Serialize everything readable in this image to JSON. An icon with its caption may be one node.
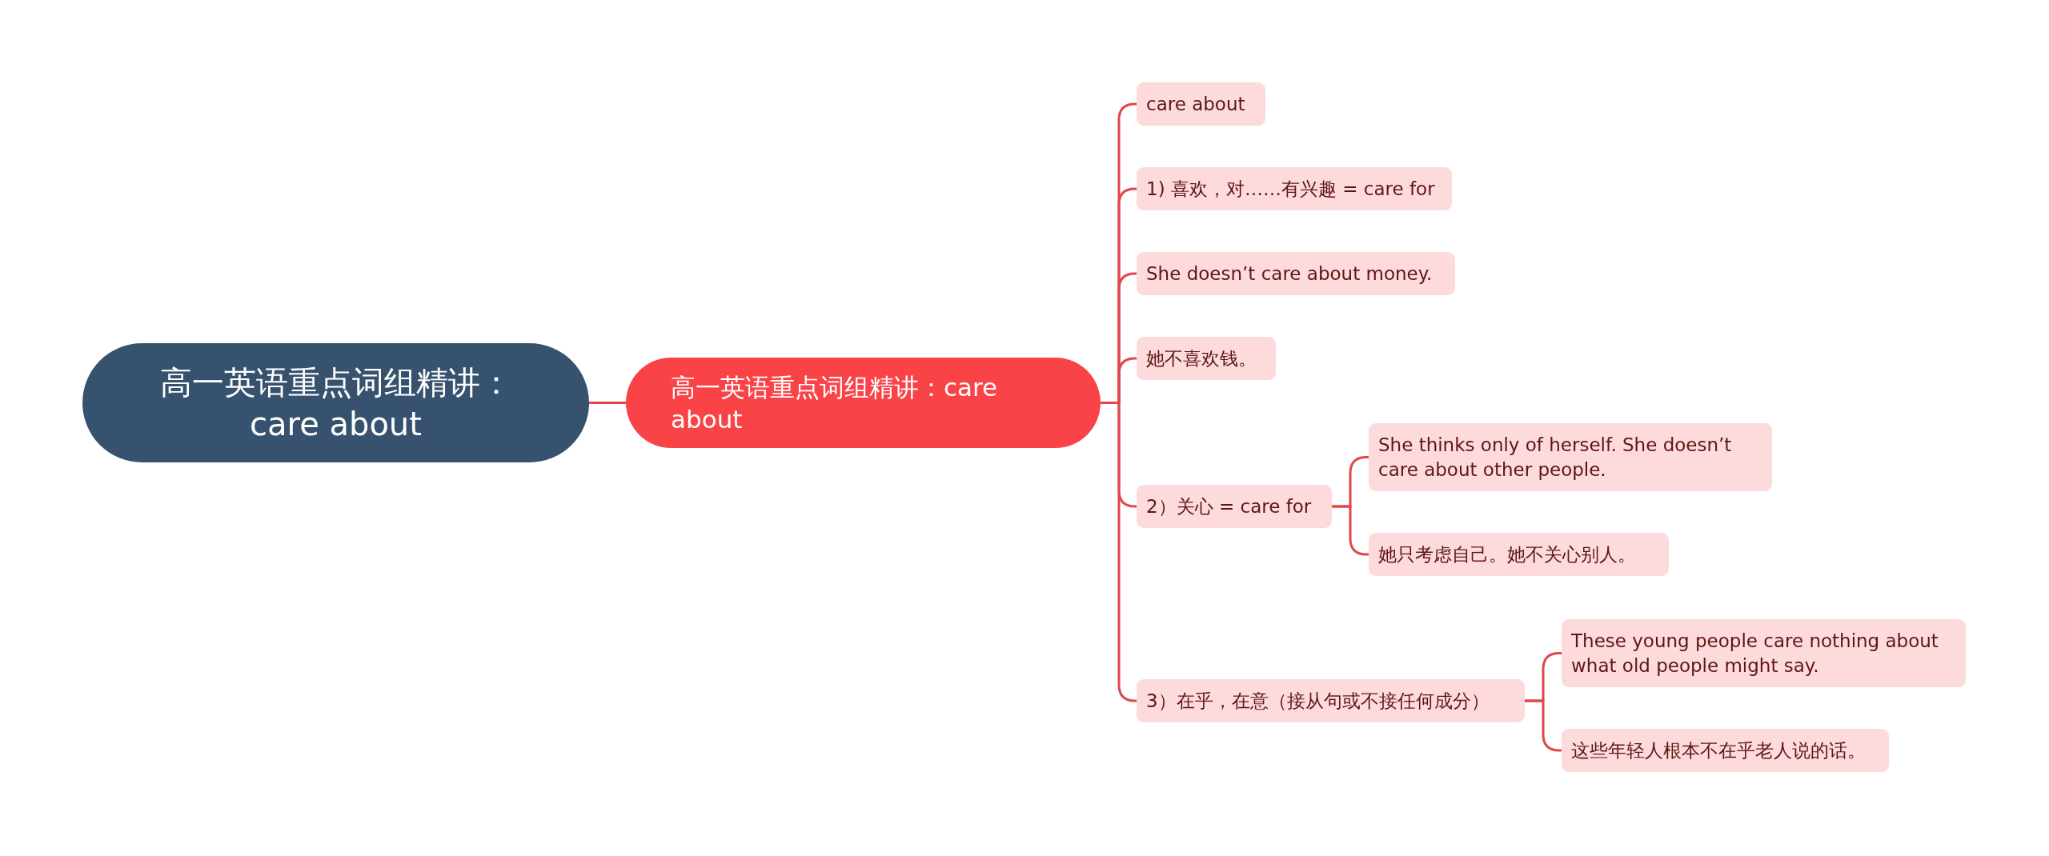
{
  "diagram": {
    "nodes": [
      {
        "text": [
          "高一英语重点词组精讲：care about"
        ]
      },
      {
        "text": [
          "高一英语重点词组精讲：care about"
        ]
      },
      {
        "text": [
          "care about"
        ]
      },
      {
        "text": [
          "1) 喜欢，对……有兴趣 = care for"
        ]
      },
      {
        "text": [
          "She doesn’t care about money."
        ]
      },
      {
        "text": [
          "她不喜欢钱。"
        ]
      },
      {
        "text": [
          "2）关心 = care for"
        ]
      },
      {
        "text": [
          "She thinks only of herself. She doesn’t care about other people."
        ]
      },
      {
        "text": [
          "她只考虑自己。她不关心别人。"
        ]
      },
      {
        "text": [
          "3）在乎，在意（接从句或不接任何成分）"
        ]
      },
      {
        "text": [
          "These young people care nothing about what old people might say."
        ]
      },
      {
        "text": [
          "这些年轻人根本不在乎老人说的话。"
        ]
      }
    ],
    "edges": [
      {
        "from": 0,
        "to": 1,
        "arrow": "none"
      },
      {
        "from": 1,
        "to": 2,
        "arrow": "none"
      },
      {
        "from": 1,
        "to": 3,
        "arrow": "none"
      },
      {
        "from": 1,
        "to": 4,
        "arrow": "none"
      },
      {
        "from": 1,
        "to": 5,
        "arrow": "none"
      },
      {
        "from": 1,
        "to": 6,
        "arrow": "none"
      },
      {
        "from": 1,
        "to": 9,
        "arrow": "none"
      },
      {
        "from": 6,
        "to": 7,
        "arrow": "none"
      },
      {
        "from": 6,
        "to": 8,
        "arrow": "none"
      },
      {
        "from": 9,
        "to": 10,
        "arrow": "none"
      },
      {
        "from": 9,
        "to": 11,
        "arrow": "none"
      }
    ]
  }
}
